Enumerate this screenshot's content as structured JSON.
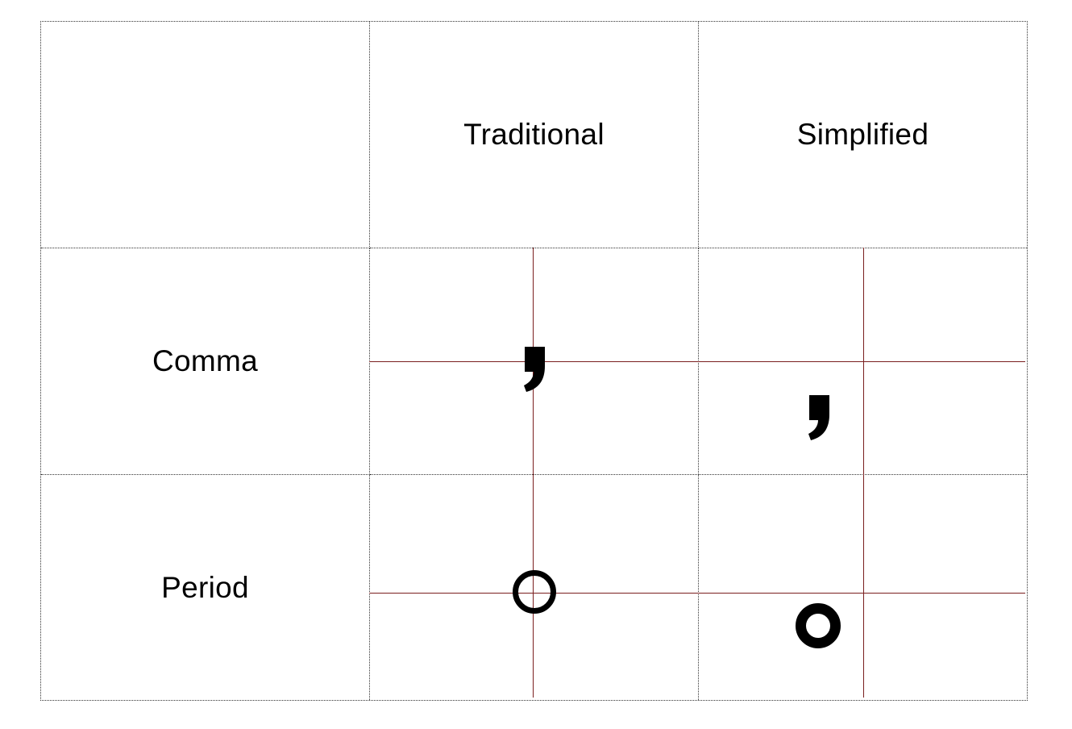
{
  "table": {
    "columns": [
      "",
      "Traditional",
      "Simplified"
    ],
    "rows": [
      {
        "label": "Comma"
      },
      {
        "label": "Period"
      }
    ]
  },
  "colors": {
    "grid": "#333333",
    "guides": "#7a1f1f",
    "glyph": "#000000"
  },
  "icons": {
    "traditional_comma": "comma-centered-glyph",
    "simplified_comma": "comma-bottom-left-glyph",
    "traditional_period": "period-circle-centered-glyph",
    "simplified_period": "period-circle-bottom-left-glyph"
  }
}
